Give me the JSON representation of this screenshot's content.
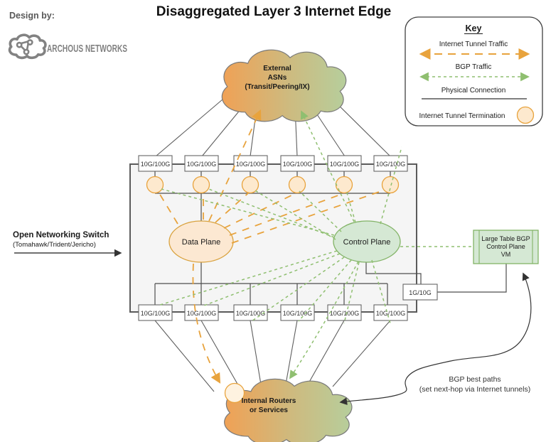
{
  "header": {
    "design_by": "Design by:",
    "brand": "ARCHOUS NETWORKS",
    "title": "Disaggregated Layer 3 Internet Edge"
  },
  "key": {
    "title": "Key",
    "internet_tunnel_traffic": "Internet Tunnel Traffic",
    "bgp_traffic": "BGP Traffic",
    "physical_connection": "Physical Connection",
    "tunnel_termination": "Internet Tunnel Termination"
  },
  "clouds": {
    "external": {
      "line1": "External",
      "line2": "ASNs",
      "line3": "(Transit/Peering/IX)"
    },
    "internal": {
      "line1": "Internal Routers",
      "line2": "or Services"
    }
  },
  "switch": {
    "label_line1": "Open Networking Switch",
    "label_line2": "(Tomahawk/Trident/Jericho)",
    "mgmt_port_label": "1G/10G",
    "top_ports": [
      "10G/100G",
      "10G/100G",
      "10G/100G",
      "10G/100G",
      "10G/100G",
      "10G/100G"
    ],
    "bottom_ports": [
      "10G/100G",
      "10G/100G",
      "10G/100G",
      "10G/100G",
      "10G/100G",
      "10G/100G"
    ]
  },
  "planes": {
    "data_plane": "Data Plane",
    "control_plane": "Control Plane"
  },
  "vm": {
    "line1": "Large Table BGP",
    "line2": "Control Plane",
    "line3": "VM"
  },
  "annotations": {
    "bgp_best_paths_line1": "BGP best paths",
    "bgp_best_paths_line2": "(set next-hop via Internet tunnels)"
  },
  "colors": {
    "tunnel_orange": "#E8A33D",
    "bgp_green": "#8FBF70",
    "termination_fill": "#FDE9CE",
    "data_plane_fill": "#FCE8D2",
    "data_plane_stroke": "#D9A23E",
    "control_plane_fill": "#D5E8D4",
    "control_plane_stroke": "#82B366",
    "cloud_orange": "#F0A155",
    "cloud_green": "#B6CE9C",
    "line_gray": "#666666"
  }
}
